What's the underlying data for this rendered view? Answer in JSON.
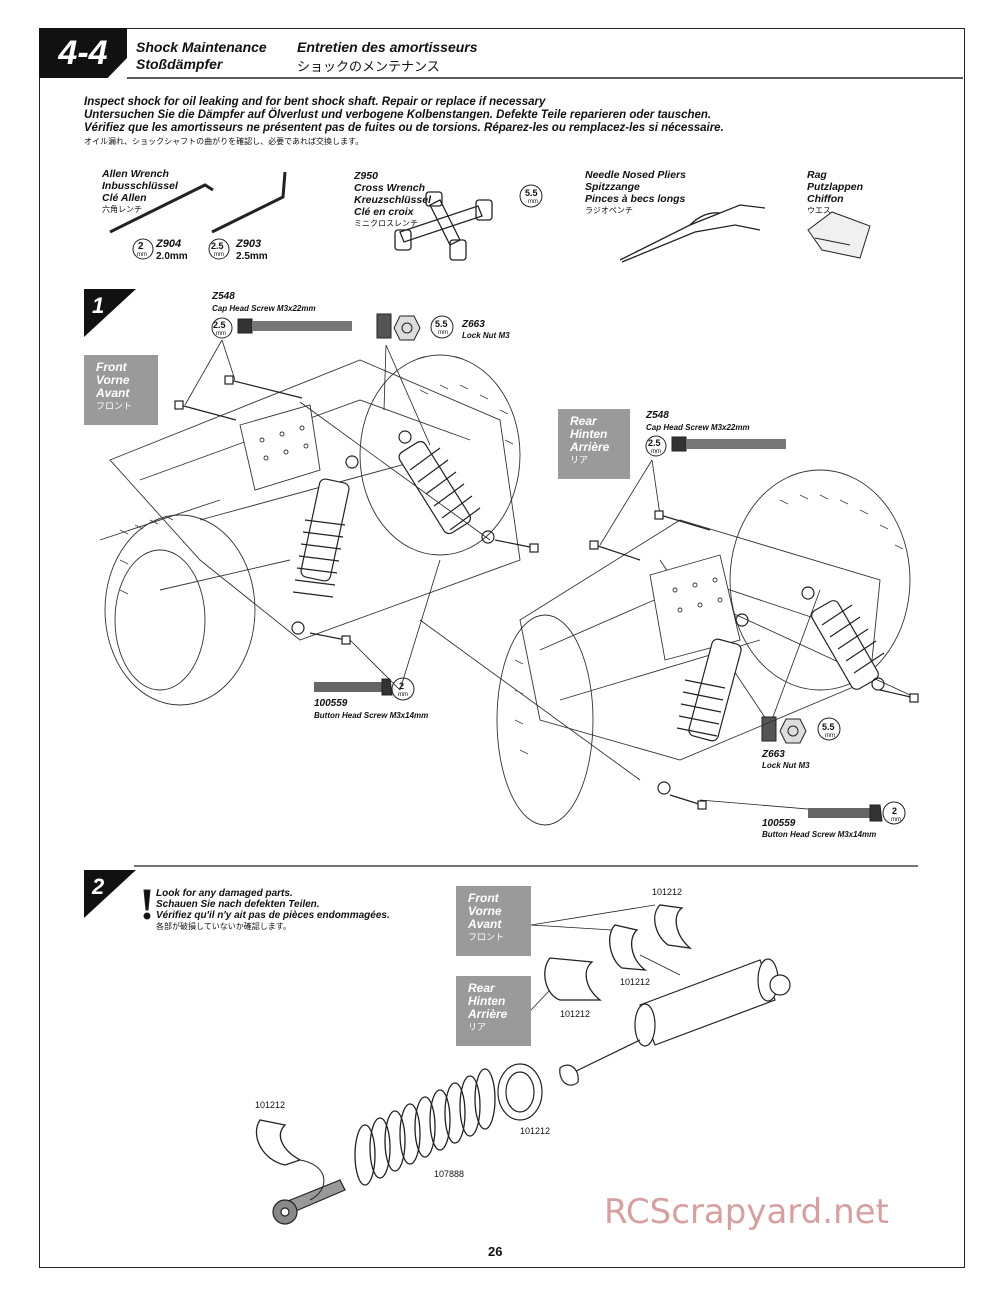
{
  "section": {
    "number": "4-4",
    "title_en": "Shock Maintenance",
    "title_de": "Stoßdämpfer",
    "title_fr": "Entretien des amortisseurs",
    "title_jp": "ショックのメンテナンス"
  },
  "intro": {
    "en": "Inspect shock for oil leaking and for bent shock shaft. Repair or replace if necessary",
    "de": "Untersuchen Sie die Dämpfer auf Ölverlust und verbogene Kolbenstangen. Defekte Teile reparieren oder tauschen.",
    "fr": "Vérifiez que les amortisseurs ne présentent pas de fuites ou de torsions. Réparez-les ou remplacez-les si nécessaire.",
    "jp": "オイル漏れ、ショックシャフトの曲がりを確認し、必要であれば交換します。"
  },
  "tools": {
    "allen": {
      "en": "Allen Wrench",
      "de": "Inbusschlüssel",
      "fr": "Clé Allen",
      "jp": "六角レンチ",
      "items": [
        {
          "size": "2",
          "unit": "mm",
          "code": "Z904",
          "label": "2.0mm"
        },
        {
          "size": "2.5",
          "unit": "mm",
          "code": "Z903",
          "label": "2.5mm"
        }
      ]
    },
    "cross": {
      "code": "Z950",
      "en": "Cross Wrench",
      "de": "Kreuzschlüssel",
      "fr": "Clé en croix",
      "jp": "ミニクロスレンチ",
      "size": "5.5",
      "unit": "mm"
    },
    "pliers": {
      "en": "Needle Nosed Pliers",
      "de": "Spitzzange",
      "fr": "Pinces à becs longs",
      "jp": "ラジオペンチ"
    },
    "rag": {
      "en": "Rag",
      "de": "Putzlappen",
      "fr": "Chiffon",
      "jp": "ウエス"
    }
  },
  "step1": {
    "number": "1",
    "front_box": {
      "en": "Front",
      "de": "Vorne",
      "fr": "Avant",
      "jp": "フロント"
    },
    "rear_box": {
      "en": "Rear",
      "de": "Hinten",
      "fr": "Arrière",
      "jp": "リア"
    },
    "cap_screw": {
      "code": "Z548",
      "desc": "Cap Head Screw M3x22mm",
      "tool": "2.5",
      "unit": "mm"
    },
    "lock_nut": {
      "code": "Z663",
      "desc": "Lock Nut M3",
      "tool": "5.5",
      "unit": "mm"
    },
    "button_screw": {
      "code": "100559",
      "desc": "Button Head Screw M3x14mm",
      "tool": "2",
      "unit": "mm"
    }
  },
  "step2": {
    "number": "2",
    "warn": {
      "en": "Look for any damaged parts.",
      "de": "Schauen Sie nach defekten Teilen.",
      "fr": "Vérifiez qu'il n'y ait pas de pièces endommagées.",
      "jp": "各部が破損していないか確認します。"
    },
    "front_box": {
      "en": "Front",
      "de": "Vorne",
      "fr": "Avant",
      "jp": "フロント"
    },
    "rear_box": {
      "en": "Rear",
      "de": "Hinten",
      "fr": "Arrière",
      "jp": "リア"
    },
    "part_spacer": "101212",
    "part_spring": "107888"
  },
  "page_number": "26",
  "watermark": "RCScrapyard.net"
}
